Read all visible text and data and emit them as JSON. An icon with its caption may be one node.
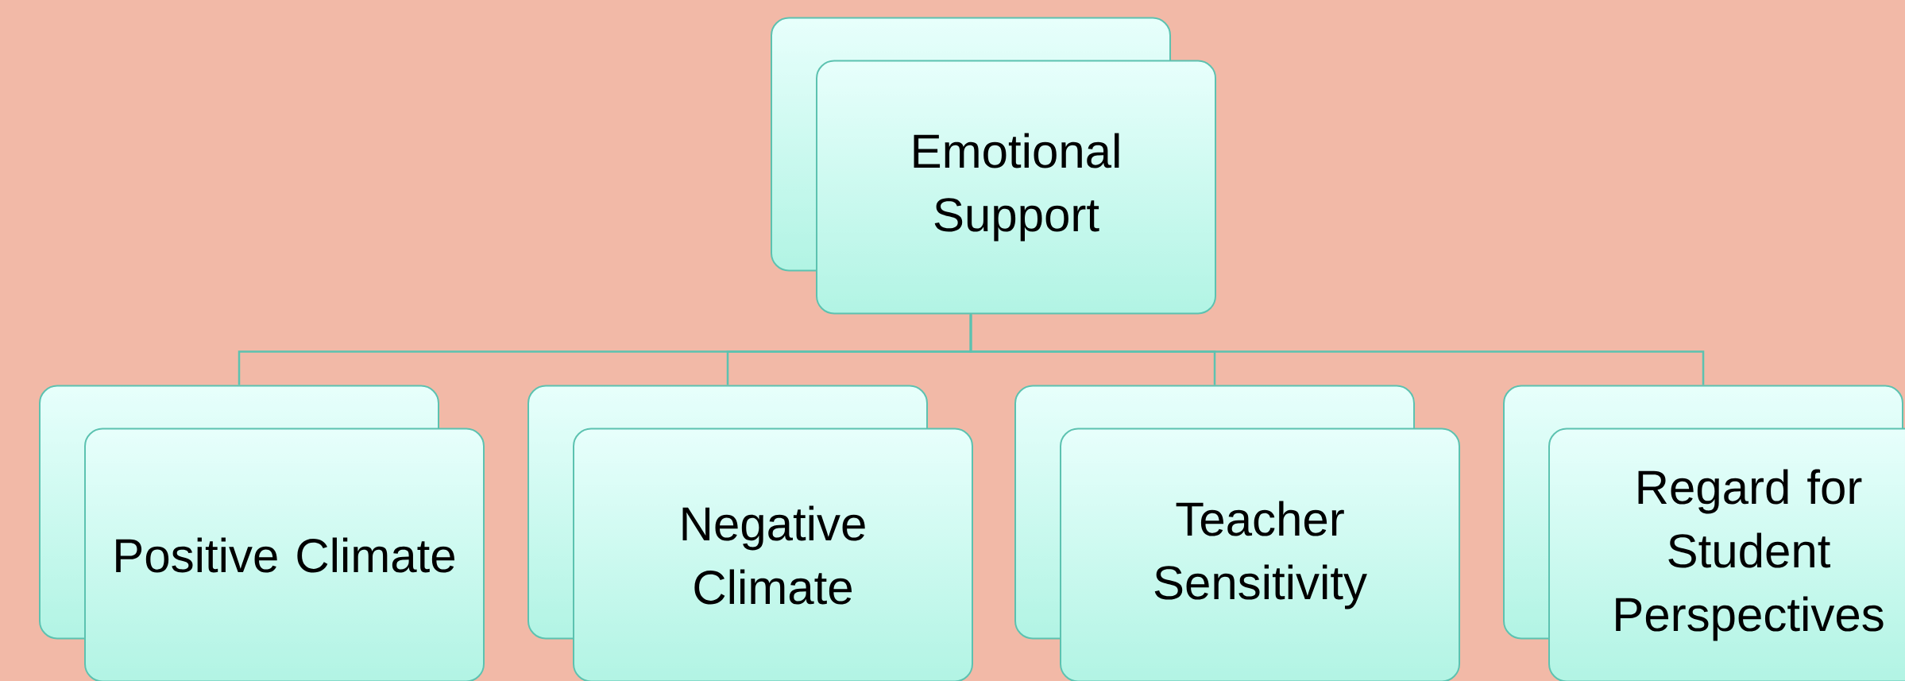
{
  "diagram": {
    "nodes": [
      {
        "text": [
          "Emotional Support"
        ]
      },
      {
        "text": [
          "Positive Climate"
        ]
      },
      {
        "text": [
          "Negative Climate"
        ]
      },
      {
        "text": [
          "Teacher Sensitivity"
        ]
      },
      {
        "text": [
          "Regard for Student Perspectives"
        ]
      }
    ],
    "edges": [
      {
        "from": 0,
        "to": 1,
        "arrow": "none"
      },
      {
        "from": 0,
        "to": 2,
        "arrow": "none"
      },
      {
        "from": 0,
        "to": 3,
        "arrow": "none"
      },
      {
        "from": 0,
        "to": 4,
        "arrow": "none"
      }
    ]
  }
}
